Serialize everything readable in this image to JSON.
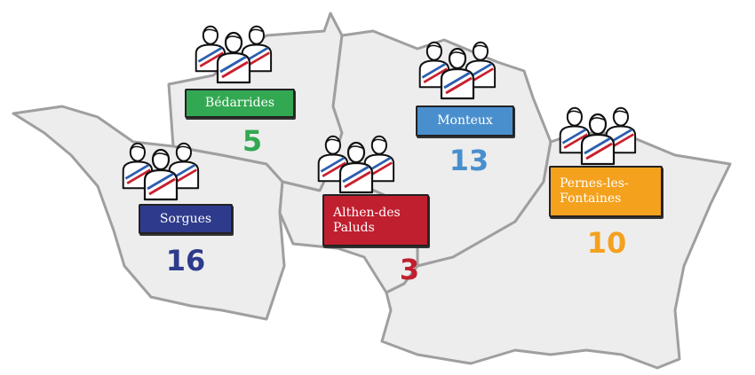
{
  "communes": [
    {
      "name": "Bédarrides",
      "count": "5",
      "color": "#33a852"
    },
    {
      "name": "Sorgues",
      "count": "16",
      "color": "#2e3b8c"
    },
    {
      "name": "Althen-des Paluds",
      "count": "3",
      "color": "#c01f2f"
    },
    {
      "name": "Monteux",
      "count": "13",
      "color": "#4a8fcd"
    },
    {
      "name": "Pernes-les-Fontaines",
      "count": "10",
      "color": "#f4a11e"
    }
  ]
}
